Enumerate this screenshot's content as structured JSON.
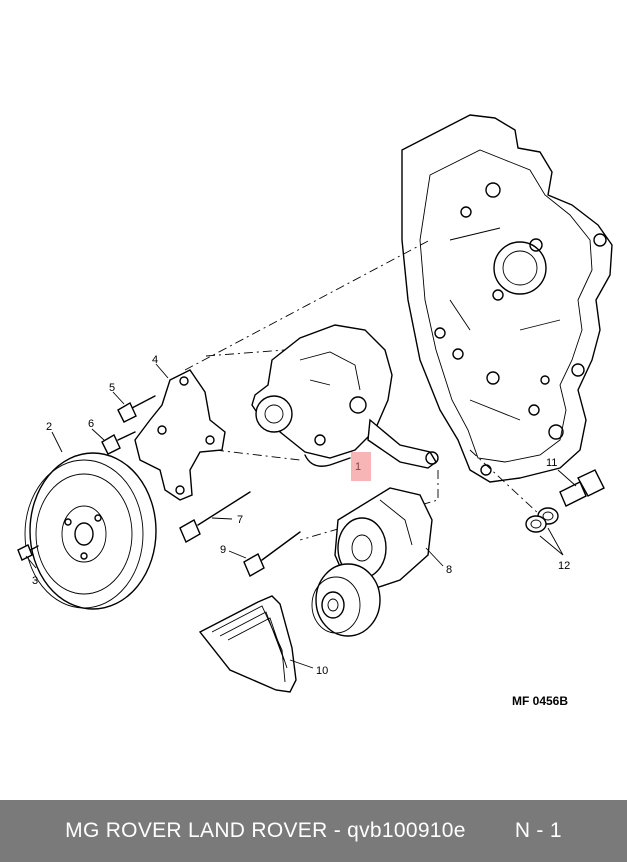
{
  "diagram": {
    "reference_code": "MF 0456B",
    "callouts": [
      "1",
      "2",
      "3",
      "4",
      "5",
      "6",
      "7",
      "8",
      "9",
      "10",
      "11",
      "12"
    ],
    "highlighted_part": "1"
  },
  "footer": {
    "brand_text": "MG ROVER LAND ROVER - qvb100910e",
    "position_text": "N - 1",
    "background_color": "#7a7a7a",
    "text_color": "#ffffff"
  },
  "highlight": {
    "color": "#f07878"
  }
}
